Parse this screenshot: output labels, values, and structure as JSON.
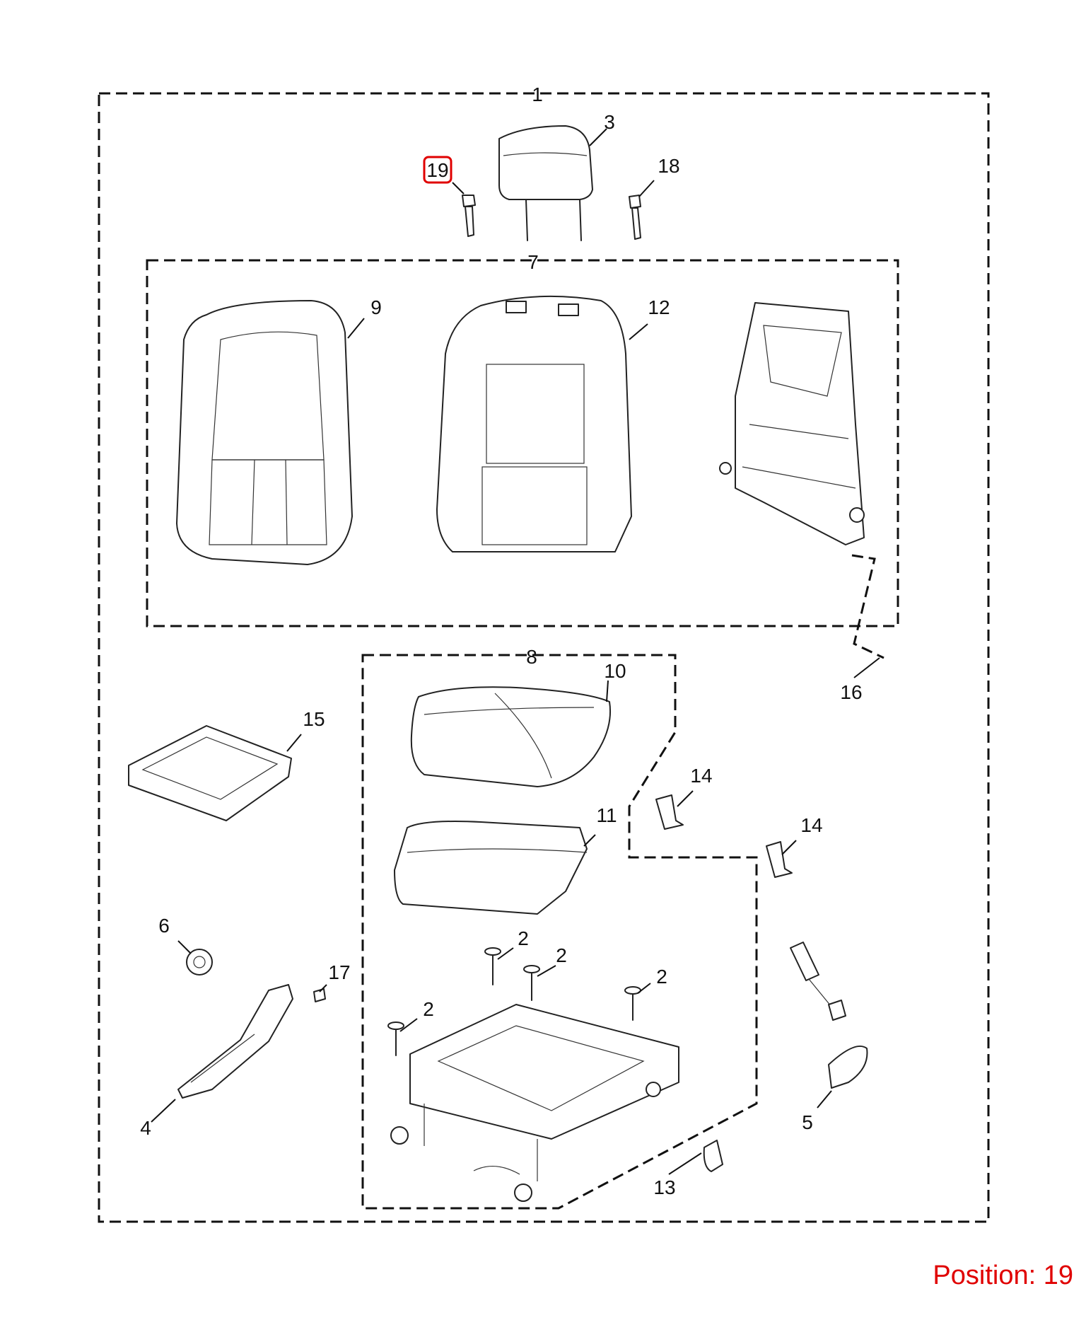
{
  "callouts": {
    "c1": "1",
    "c2a": "2",
    "c2b": "2",
    "c2c": "2",
    "c2d": "2",
    "c3": "3",
    "c4": "4",
    "c5": "5",
    "c6": "6",
    "c7": "7",
    "c8": "8",
    "c9": "9",
    "c10": "10",
    "c11": "11",
    "c12": "12",
    "c13": "13",
    "c14a": "14",
    "c14b": "14",
    "c15": "15",
    "c16": "16",
    "c17": "17",
    "c18": "18",
    "c19": "19"
  },
  "highlight": {
    "color": "#e00000",
    "callout": "19"
  },
  "position_label": "Position: 19"
}
